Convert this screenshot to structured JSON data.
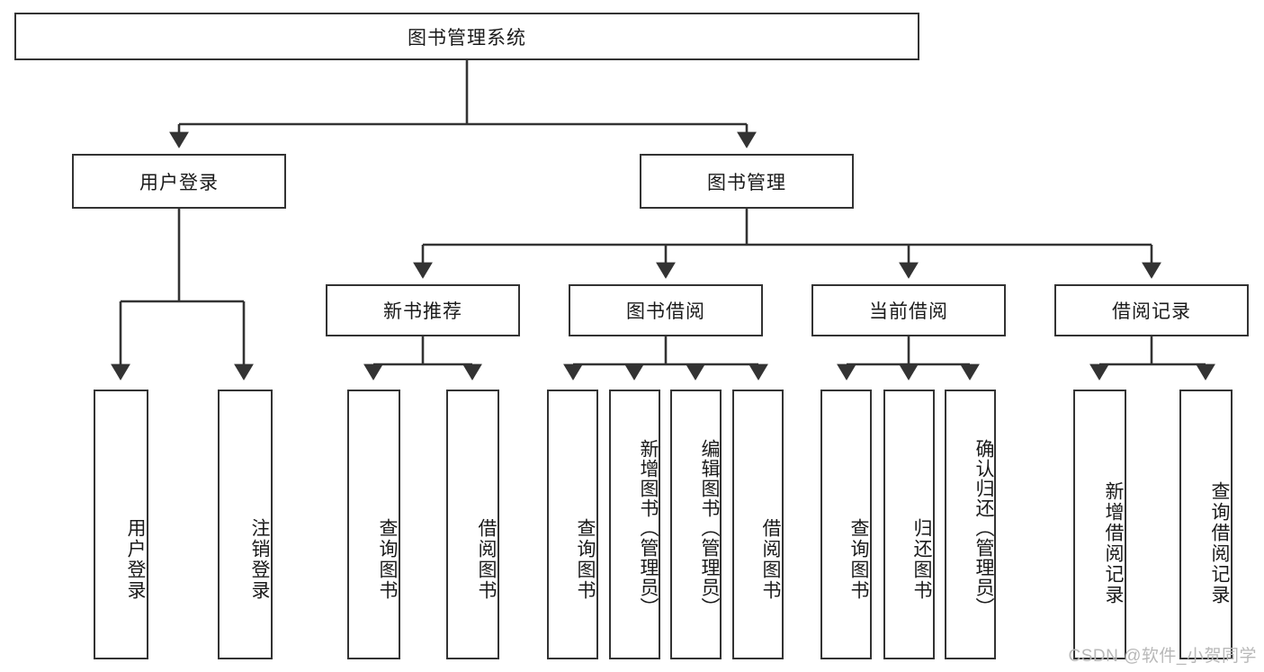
{
  "diagram": {
    "type": "tree-hierarchy-chart",
    "title": "图书管理系统",
    "watermark": "CSDN @软件_小贺同学",
    "colors": {
      "box_border": "#333333",
      "box_fill": "#ffffff",
      "connector": "#333333",
      "text": "#1a1a1a",
      "watermark": "#b8b8b8",
      "background": "#ffffff"
    },
    "root": {
      "id": "root",
      "label": "图书管理系统",
      "orientation": "horizontal"
    },
    "level2": [
      {
        "id": "user-login",
        "label": "用户登录",
        "orientation": "horizontal"
      },
      {
        "id": "book-management",
        "label": "图书管理",
        "orientation": "horizontal"
      }
    ],
    "level3": [
      {
        "id": "new-book-recommend",
        "label": "新书推荐",
        "orientation": "horizontal",
        "parent": "book-management"
      },
      {
        "id": "book-borrow",
        "label": "图书借阅",
        "orientation": "horizontal",
        "parent": "book-management"
      },
      {
        "id": "current-borrow",
        "label": "当前借阅",
        "orientation": "horizontal",
        "parent": "book-management"
      },
      {
        "id": "borrow-record",
        "label": "借阅记录",
        "orientation": "horizontal",
        "parent": "book-management"
      }
    ],
    "leaves": [
      {
        "id": "leaf-user-login",
        "label": "用户登录",
        "orientation": "vertical",
        "parent": "user-login"
      },
      {
        "id": "leaf-logout-login",
        "label": "注销登录",
        "orientation": "vertical",
        "parent": "user-login"
      },
      {
        "id": "leaf-query-book-1",
        "label": "查询图书",
        "orientation": "vertical",
        "parent": "new-book-recommend"
      },
      {
        "id": "leaf-borrow-book-1",
        "label": "借阅图书",
        "orientation": "vertical",
        "parent": "new-book-recommend"
      },
      {
        "id": "leaf-query-book-2",
        "label": "查询图书",
        "orientation": "vertical",
        "parent": "book-borrow"
      },
      {
        "id": "leaf-add-book-admin",
        "label": "新增图书（管理员）",
        "orientation": "vertical",
        "parent": "book-borrow"
      },
      {
        "id": "leaf-edit-book-admin",
        "label": "编辑图书（管理员）",
        "orientation": "vertical",
        "parent": "book-borrow"
      },
      {
        "id": "leaf-borrow-book-2",
        "label": "借阅图书",
        "orientation": "vertical",
        "parent": "book-borrow"
      },
      {
        "id": "leaf-query-book-3",
        "label": "查询图书",
        "orientation": "vertical",
        "parent": "current-borrow"
      },
      {
        "id": "leaf-return-book",
        "label": "归还图书",
        "orientation": "vertical",
        "parent": "current-borrow"
      },
      {
        "id": "leaf-confirm-return-admin",
        "label": "确认归还（管理员）",
        "orientation": "vertical",
        "parent": "current-borrow"
      },
      {
        "id": "leaf-add-borrow-record",
        "label": "新增借阅记录",
        "orientation": "vertical",
        "parent": "borrow-record"
      },
      {
        "id": "leaf-query-borrow-record",
        "label": "查询借阅记录",
        "orientation": "vertical",
        "parent": "borrow-record"
      }
    ]
  }
}
